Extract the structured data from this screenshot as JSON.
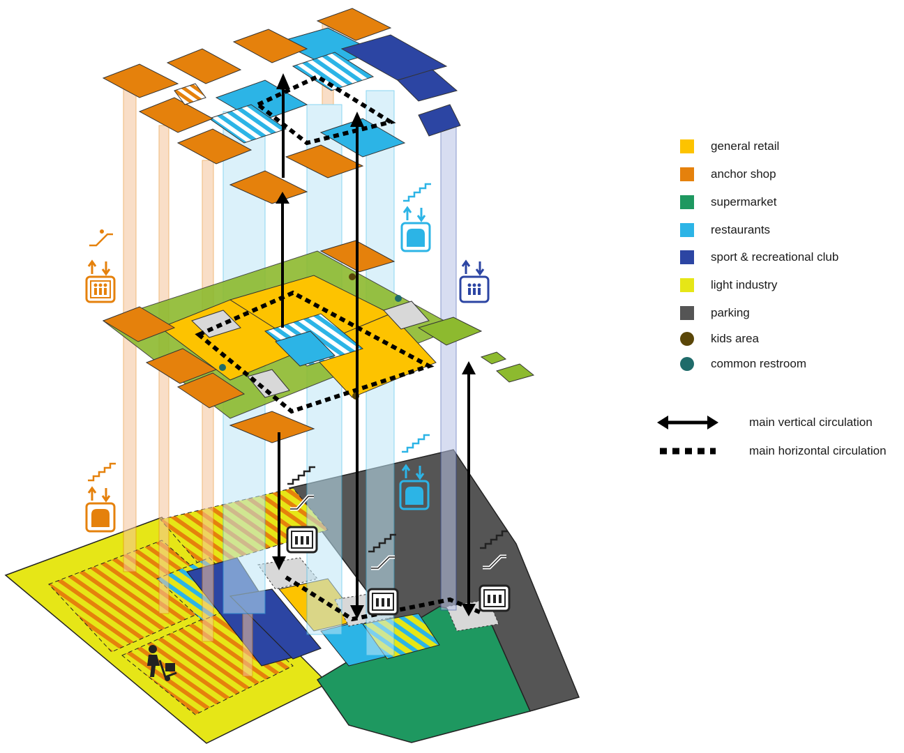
{
  "legend": {
    "items": [
      {
        "key": "general-retail",
        "label": "general retail",
        "color": "#FDC300",
        "shape": "square"
      },
      {
        "key": "anchor-shop",
        "label": "anchor shop",
        "color": "#E5810C",
        "shape": "square"
      },
      {
        "key": "supermarket",
        "label": "supermarket",
        "color": "#1E9860",
        "shape": "square"
      },
      {
        "key": "restaurants",
        "label": "restaurants",
        "color": "#2CB4E6",
        "shape": "square"
      },
      {
        "key": "sport-club",
        "label": "sport & recreational club",
        "color": "#2C45A3",
        "shape": "square"
      },
      {
        "key": "light-industry",
        "label": "light industry",
        "color": "#E6E617",
        "shape": "square"
      },
      {
        "key": "parking",
        "label": "parking",
        "color": "#555555",
        "shape": "square"
      },
      {
        "key": "kids-area",
        "label": "kids area",
        "color": "#5A4608",
        "shape": "circle"
      },
      {
        "key": "common-restroom",
        "label": "common restroom",
        "color": "#1F6B6A",
        "shape": "circle"
      }
    ],
    "circulation": [
      {
        "key": "vertical",
        "label": "main vertical circulation",
        "style": "solid-double-arrow"
      },
      {
        "key": "horizontal",
        "label": "main horizontal circulation",
        "style": "dashed"
      }
    ]
  },
  "colors": {
    "retail": "#FDC300",
    "anchor": "#E5810C",
    "supermarket": "#1E9860",
    "restaurant": "#2CB4E6",
    "sport": "#2C45A3",
    "industry": "#E6E617",
    "parking": "#555555",
    "green_roof": "#8DBA2F",
    "kids": "#5A4608",
    "restroom": "#1F6B6A",
    "core": "#D8D8D8",
    "circulation": "#000000"
  },
  "icons": [
    "escalator-icon",
    "stairs-icon",
    "elevator-icon",
    "lift-car-icon",
    "hand-truck-worker-icon"
  ]
}
